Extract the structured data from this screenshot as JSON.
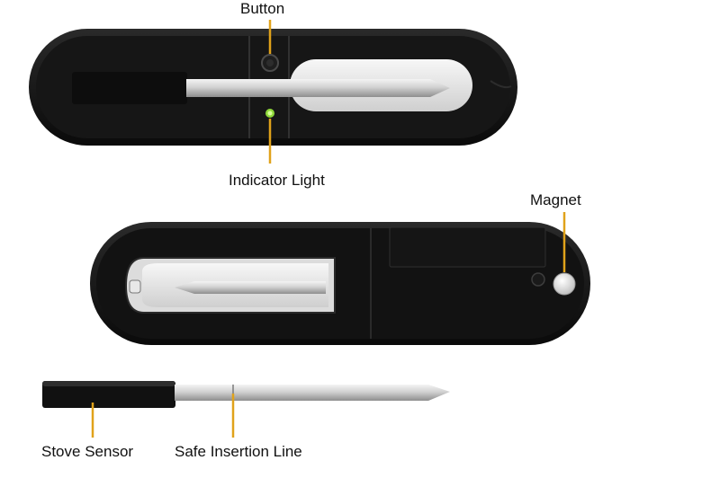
{
  "labels": {
    "button": "Button",
    "indicator_light": "Indicator Light",
    "magnet": "Magnet",
    "stove_sensor": "Stove Sensor",
    "safe_insertion_line": "Safe Insertion Line"
  },
  "colors": {
    "leader_line": "#e0a21a",
    "case_body": "#111111",
    "probe_steel": "#c9c9c9",
    "indicator_led": "#9be03a",
    "magnet": "#e6e6e6"
  }
}
